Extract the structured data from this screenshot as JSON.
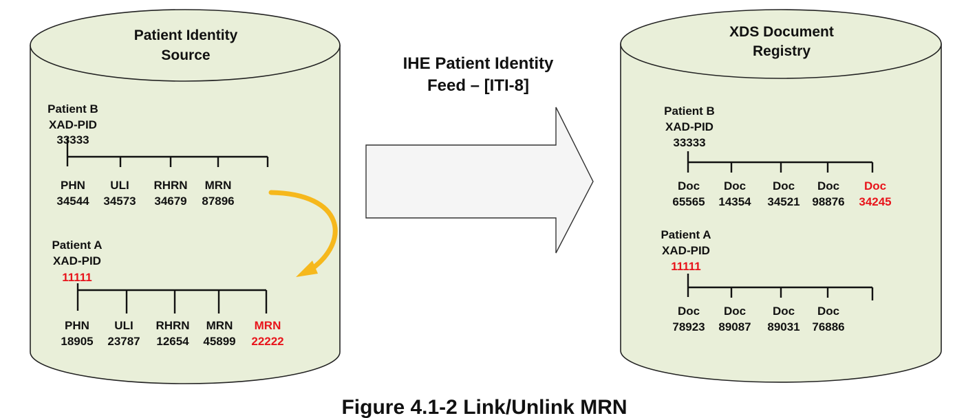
{
  "colors": {
    "cylinder_fill": "#e9efd9",
    "highlight_text": "#e8141b",
    "curved_arrow": "#f6b81c",
    "big_arrow_fill": "#f5f5f5"
  },
  "left_db": {
    "title_line1": "Patient Identity",
    "title_line2": "Source",
    "patient_b": {
      "name": "Patient B",
      "id_type": "XAD-PID",
      "id_value": "33333",
      "ids": [
        {
          "label": "PHN",
          "value": "34544"
        },
        {
          "label": "ULI",
          "value": "34573"
        },
        {
          "label": "RHRN",
          "value": "34679"
        },
        {
          "label": "MRN",
          "value": "87896"
        }
      ]
    },
    "patient_a": {
      "name": "Patient A",
      "id_type": "XAD-PID",
      "id_value": "11111",
      "ids": [
        {
          "label": "PHN",
          "value": "18905"
        },
        {
          "label": "ULI",
          "value": "23787"
        },
        {
          "label": "RHRN",
          "value": "12654"
        },
        {
          "label": "MRN",
          "value": "45899"
        },
        {
          "label": "MRN",
          "value": "22222"
        }
      ]
    }
  },
  "transaction": {
    "line1": "IHE Patient Identity",
    "line2": "Feed – [ITI-8]"
  },
  "right_db": {
    "title_line1": "XDS Document",
    "title_line2": "Registry",
    "patient_b": {
      "name": "Patient B",
      "id_type": "XAD-PID",
      "id_value": "33333",
      "docs": [
        {
          "label": "Doc",
          "value": "65565"
        },
        {
          "label": "Doc",
          "value": "14354"
        },
        {
          "label": "Doc",
          "value": "34521"
        },
        {
          "label": "Doc",
          "value": "98876"
        },
        {
          "label": "Doc",
          "value": "34245"
        }
      ]
    },
    "patient_a": {
      "name": "Patient A",
      "id_type": "XAD-PID",
      "id_value": "11111",
      "docs": [
        {
          "label": "Doc",
          "value": "78923"
        },
        {
          "label": "Doc",
          "value": "89087"
        },
        {
          "label": "Doc",
          "value": "89031"
        },
        {
          "label": "Doc",
          "value": "76886"
        }
      ]
    }
  },
  "caption": "Figure 4.1-2 Link/Unlink MRN"
}
